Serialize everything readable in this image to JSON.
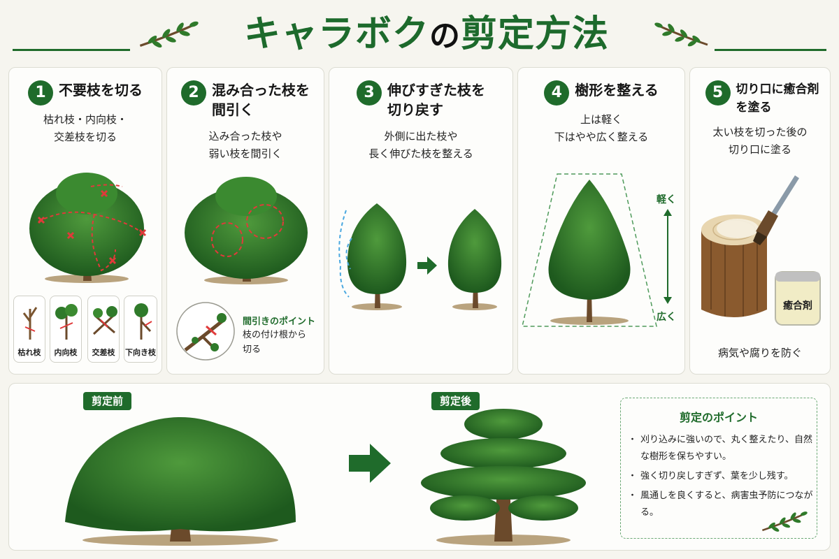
{
  "title": {
    "main": "キャラボク",
    "particle": "の",
    "rest": "剪定方法"
  },
  "colors": {
    "green": "#1f6b2b",
    "leaf": "#2f7a2a",
    "leaf_dark": "#1e5a1e",
    "trunk": "#6b4a2b",
    "cut_mark": "#e03a3a",
    "guide_blue": "#4aa8e0"
  },
  "steps": [
    {
      "num": "1",
      "title": "不要枝を切る",
      "desc": "枯れ枝・内向枝・\n交差枝を切る",
      "branch_types": [
        "枯れ枝",
        "内向枝",
        "交差枝",
        "下向き枝"
      ]
    },
    {
      "num": "2",
      "title": "混み合った枝を\n間引く",
      "desc": "込み合った枝や\n弱い枝を間引く",
      "point_title": "間引きのポイント",
      "point_text": "枝の付け根から\n切る"
    },
    {
      "num": "3",
      "title": "伸びすぎた枝を\n切り戻す",
      "desc": "外側に出た枝や\n長く伸びた枝を整える"
    },
    {
      "num": "4",
      "title": "樹形を整える",
      "desc": "上は軽く\n下はやや広く整える",
      "label_top": "軽く",
      "label_bottom": "広く"
    },
    {
      "num": "5",
      "title": "切り口に癒合剤\nを塗る",
      "desc": "太い枝を切った後の\n切り口に塗る",
      "can_label": "癒合剤",
      "footer": "病気や腐りを防ぐ"
    }
  ],
  "bottom": {
    "before_label": "剪定前",
    "after_label": "剪定後",
    "points_title": "剪定のポイント",
    "points": [
      "刈り込みに強いので、丸く整えたり、自然な樹形を保ちやすい。",
      "強く切り戻しすぎず、葉を少し残す。",
      "風通しを良くすると、病害虫予防につながる。"
    ]
  }
}
